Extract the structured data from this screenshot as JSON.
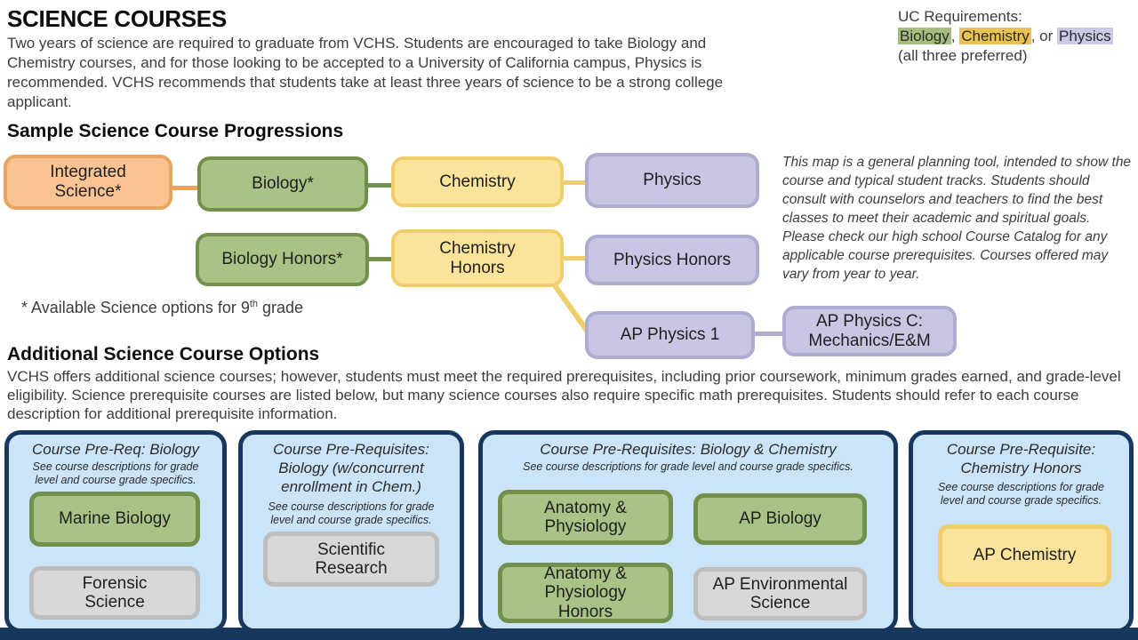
{
  "colors": {
    "orange_fill": "#fac394",
    "orange_border": "#eaa45d",
    "green_fill": "#a9c286",
    "green_border": "#71904c",
    "yellow_fill": "#fbe39a",
    "yellow_border": "#efce6b",
    "purple_fill": "#c8c6e2",
    "purple_border": "#aeacd1",
    "gray_fill": "#d8d8d8",
    "gray_border": "#bebebe",
    "panel_fill": "#cbe4f8",
    "navy": "#17375d",
    "uc_biology_highlight": "#a6be7d",
    "uc_chemistry_highlight": "#e9c252",
    "uc_physics_highlight": "#cbcae8"
  },
  "header": {
    "title": "SCIENCE COURSES",
    "intro": "Two years of science are required to graduate from VCHS. Students are encouraged to take Biology and Chemistry courses, and for those looking to be accepted to a University of California campus, Physics is recommended. VCHS recommends that students take at least three years of science to be a strong college applicant."
  },
  "uc_requirements": {
    "label": "UC Requirements:",
    "biology": "Biology",
    "sep1": ", ",
    "chemistry": "Chemistry",
    "sep2": ", or ",
    "physics": "Physics",
    "note": "(all three preferred)"
  },
  "progressions": {
    "heading": "Sample Science Course Progressions",
    "side_note": "This map is a general planning tool, intended to show the course and typical student tracks. Students should consult with counselors and teachers to find the best classes to meet their academic and spiritual goals. Please check our high school Course Catalog for any applicable course prerequisites. Courses offered may vary from year to year.",
    "footnote_prefix": "* Available Science options for 9",
    "footnote_superscript": "th",
    "footnote_suffix": " grade",
    "boxes": {
      "integrated_science": "Integrated Science*",
      "biology": "Biology*",
      "chemistry": "Chemistry",
      "physics": "Physics",
      "biology_honors": "Biology Honors*",
      "chemistry_honors": "Chemistry Honors",
      "physics_honors": "Physics Honors",
      "ap_physics_1": "AP Physics 1",
      "ap_physics_c": "AP Physics C: Mechanics/E&M"
    }
  },
  "additional": {
    "heading": "Additional Science Course Options",
    "paragraph": "VCHS offers additional science courses; however, students must meet the required prerequisites, including prior coursework, minimum grades earned, and grade-level eligibility. Science prerequisite courses are listed below, but many science courses also require specific math prerequisites. Students should refer to each course description for additional prerequisite information.",
    "groups": [
      {
        "title": "Course Pre-Req: Biology",
        "subtitle": "See course descriptions for grade level and course grade specifics.",
        "courses": [
          {
            "name": "Marine Biology"
          },
          {
            "name": "Forensic Science"
          }
        ]
      },
      {
        "title": "Course Pre-Requisites: Biology (w/concurrent enrollment in Chem.)",
        "subtitle": "See course descriptions for grade level and course grade specifics.",
        "courses": [
          {
            "name": "Scientific Research"
          }
        ]
      },
      {
        "title": "Course Pre-Requisites: Biology & Chemistry",
        "subtitle": "See course descriptions for grade level and course grade specifics.",
        "courses": [
          {
            "name": "Anatomy & Physiology"
          },
          {
            "name": "AP Biology"
          },
          {
            "name": "Anatomy & Physiology Honors"
          },
          {
            "name": "AP Environmental Science"
          }
        ]
      },
      {
        "title": "Course Pre-Requisite: Chemistry Honors",
        "subtitle": "See course descriptions for grade level and course grade specifics.",
        "courses": [
          {
            "name": "AP Chemistry"
          }
        ]
      }
    ]
  }
}
